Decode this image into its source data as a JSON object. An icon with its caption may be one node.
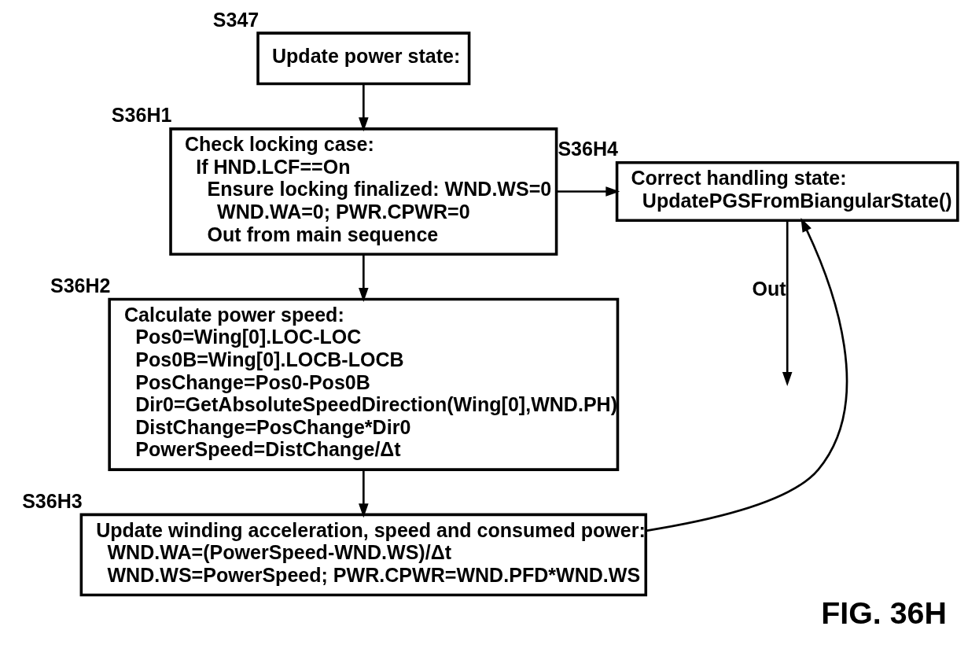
{
  "diagram": {
    "caption": "FIG. 36H",
    "nodes": [
      {
        "text": [
          "Update power state:"
        ],
        "beside": [
          "S347"
        ]
      },
      {
        "text": [
          "Check locking case:",
          "If HND.LCF==On",
          "Ensure locking finalized: WND.WS=0",
          "WND.WA=0; PWR.CPWR=0",
          "Out from main sequence"
        ],
        "beside": [
          "S36H1"
        ]
      },
      {
        "text": [
          "Correct handling state:",
          "UpdatePGSFromBiangularState()"
        ],
        "beside": [
          "S36H4"
        ]
      },
      {
        "text": [
          "Calculate power speed:",
          "Pos0=Wing[0].LOC-LOC",
          "Pos0B=Wing[0].LOCB-LOCB",
          "PosChange=Pos0-Pos0B",
          "Dir0=GetAbsoluteSpeedDirection(Wing[0],WND.PH)",
          "DistChange=PosChange*Dir0",
          "PowerSpeed=DistChange/Δt"
        ],
        "beside": [
          "S36H2"
        ]
      },
      {
        "text": [
          "Update winding acceleration, speed and consumed power:",
          "WND.WA=(PowerSpeed-WND.WS)/Δt",
          "WND.WS=PowerSpeed; PWR.CPWR=WND.PFD*WND.WS"
        ],
        "beside": [
          "S36H3"
        ]
      }
    ],
    "edges": [
      {
        "from": 0,
        "to": 1,
        "arrow": "to"
      },
      {
        "from": 1,
        "to": 2,
        "arrow": "to"
      },
      {
        "from": 1,
        "to": 3,
        "arrow": "to"
      },
      {
        "from": 3,
        "to": 4,
        "arrow": "to"
      },
      {
        "from": 4,
        "to": 2,
        "arrow": "to"
      },
      {
        "from": 2,
        "to": null,
        "label": "Out",
        "arrow": "to"
      }
    ]
  }
}
